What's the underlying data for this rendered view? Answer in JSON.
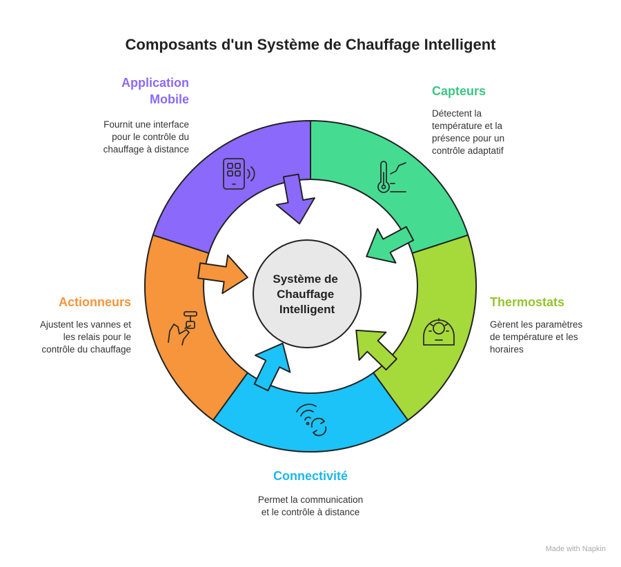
{
  "title": "Composants d'un Système de Chauffage Intelligent",
  "center": {
    "lines": [
      "Système de",
      "Chauffage",
      "Intelligent"
    ]
  },
  "segments": [
    {
      "key": "application",
      "label": "Application Mobile",
      "label_lines": [
        "Application",
        "Mobile"
      ],
      "description": "Fournit une interface pour le contrôle du chauffage à distance",
      "color": "#8b69fb",
      "icon": "smartphone-icon"
    },
    {
      "key": "capteurs",
      "label": "Capteurs",
      "label_lines": [
        "Capteurs"
      ],
      "description": "Détectent la température et la présence pour un contrôle adaptatif",
      "color": "#45dc92",
      "icon": "thermometer-icon"
    },
    {
      "key": "thermostats",
      "label": "Thermostats",
      "label_lines": [
        "Thermostats"
      ],
      "description": "Gèrent les paramètres de température et les horaires",
      "color": "#a6d93a",
      "icon": "thermostat-dial-icon"
    },
    {
      "key": "connectivite",
      "label": "Connectivité",
      "label_lines": [
        "Connectivité"
      ],
      "description": "Permet la communication et le contrôle à distance",
      "color": "#1cc3f8",
      "icon": "wifi-sync-icon"
    },
    {
      "key": "actionneurs",
      "label": "Actionneurs",
      "label_lines": [
        "Actionneurs"
      ],
      "description": "Ajustent les vannes et les relais pour le contrôle du chauffage",
      "color": "#f6953b",
      "icon": "valve-hand-icon"
    }
  ],
  "footer": "Made with Napkin"
}
